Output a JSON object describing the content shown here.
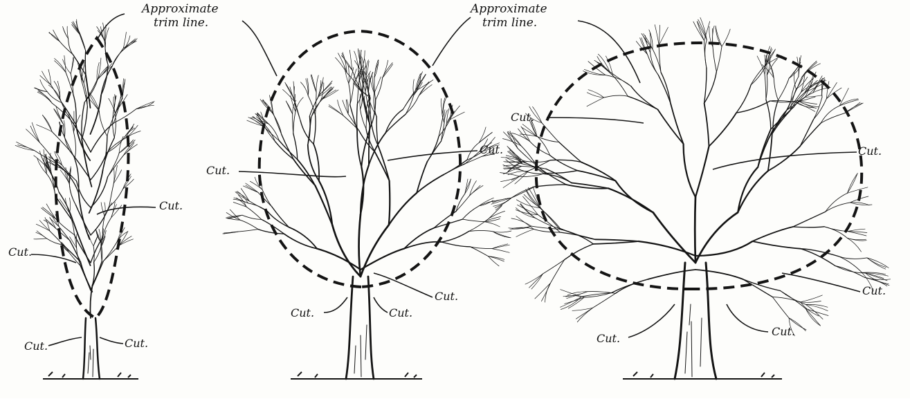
{
  "figure": {
    "trim_label_line1": "Approximate",
    "trim_label_line2": "trim line.",
    "cut_label": "Cut."
  },
  "trees": [
    {
      "name": "columnar-tree",
      "trim_shape": "pointed-oval",
      "cut_labels": [
        "Cut.",
        "Cut.",
        "Cut.",
        "Cut."
      ]
    },
    {
      "name": "oval-tree",
      "trim_shape": "oval",
      "cut_labels": [
        "Cut.",
        "Cut.",
        "Cut.",
        "Cut.",
        "Cut."
      ]
    },
    {
      "name": "round-tree",
      "trim_shape": "round",
      "cut_labels": [
        "Cut.",
        "Cut.",
        "Cut.",
        "Cut.",
        "Cut."
      ]
    }
  ],
  "colors": {
    "ink": "#141414",
    "paper": "#fdfdfb"
  }
}
